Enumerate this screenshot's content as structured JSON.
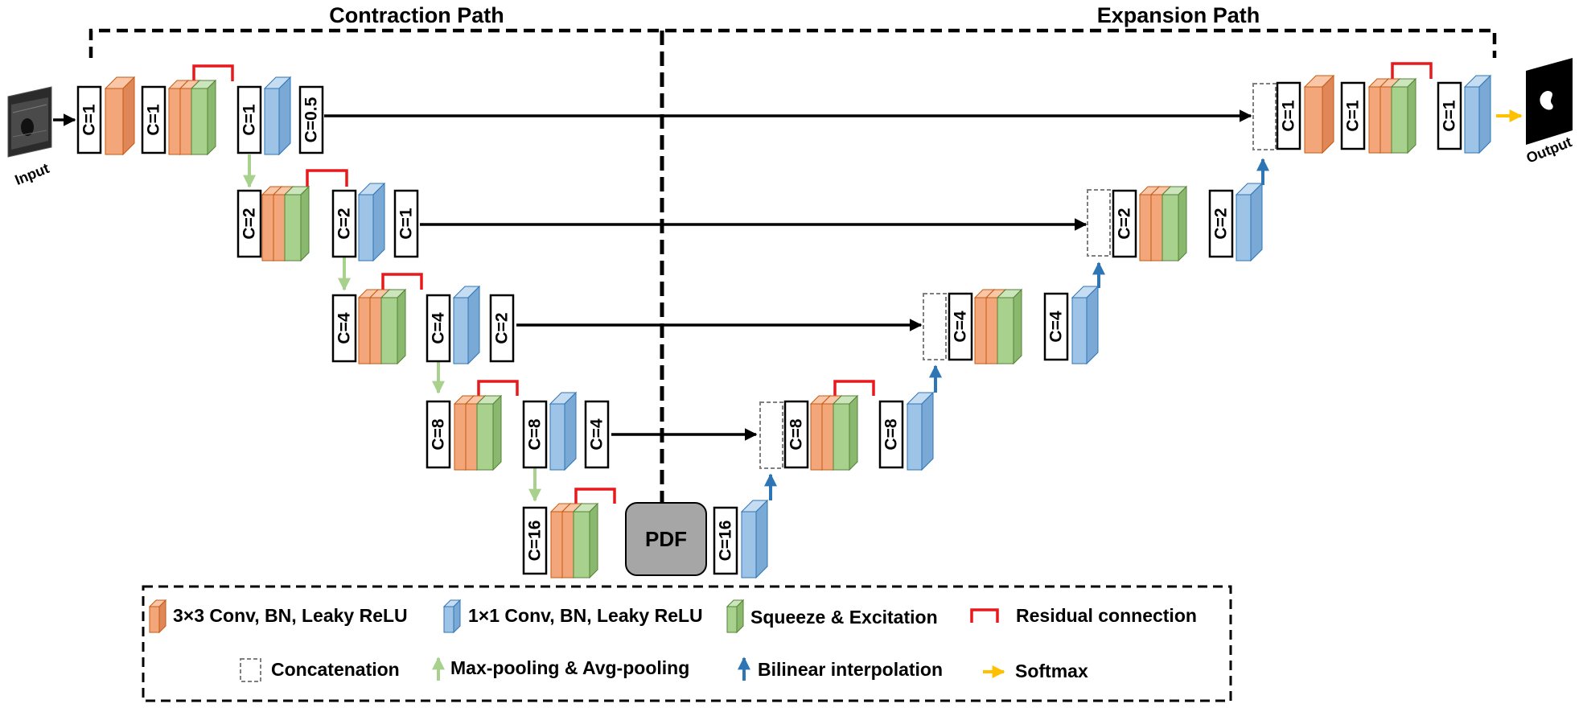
{
  "titles": {
    "contraction": "Contraction Path",
    "expansion": "Expansion Path"
  },
  "io": {
    "input": "Input",
    "output": "Output"
  },
  "bottleneck": "PDF",
  "labels": [
    "C=1",
    "C=1",
    "C=1",
    "C=0.5",
    "C=2",
    "C=2",
    "C=1",
    "C=4",
    "C=4",
    "C=2",
    "C=8",
    "C=8",
    "C=4",
    "C=16",
    "C=16",
    "C=8",
    "C=8",
    "C=4",
    "C=4",
    "C=2",
    "C=2",
    "C=1",
    "C=1",
    "C=1"
  ],
  "legend": {
    "conv3": "3×3 Conv, BN, Leaky ReLU",
    "conv1": "1×1 Conv, BN, Leaky ReLU",
    "se": "Squeeze & Excitation",
    "residual": "Residual connection",
    "concat": "Concatenation",
    "pool": "Max-pooling & Avg-pooling",
    "interp": "Bilinear interpolation",
    "softmax": "Softmax"
  },
  "colors": {
    "conv3": "#f4a67b",
    "conv1": "#9dc3e6",
    "se": "#a9d18e",
    "residual": "#e8191c",
    "pool": "#a9d18e",
    "interp": "#2e75b6",
    "softmax": "#ffc000",
    "pdf": "#a6a6a6",
    "concat": "#7f7f7f"
  }
}
